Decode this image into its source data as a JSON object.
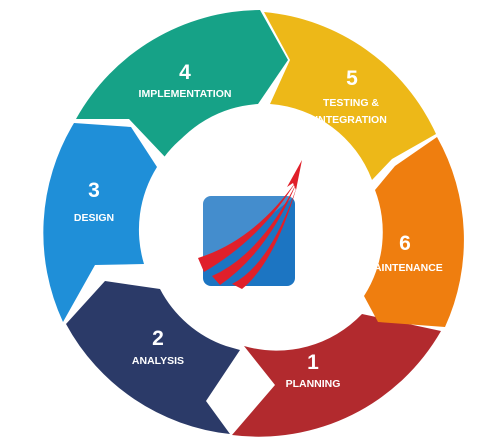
{
  "diagram": {
    "segments": [
      {
        "number": "1",
        "label_lines": [
          "PLANNING"
        ],
        "color": "#b22a2e"
      },
      {
        "number": "2",
        "label_lines": [
          "ANALYSIS"
        ],
        "color": "#2b3a68"
      },
      {
        "number": "3",
        "label_lines": [
          "DESIGN"
        ],
        "color": "#1f8fd8"
      },
      {
        "number": "4",
        "label_lines": [
          "IMPLEMENTATION"
        ],
        "color": "#16a287"
      },
      {
        "number": "5",
        "label_lines": [
          "TESTING &",
          "INTEGRATION"
        ],
        "color": "#edb818"
      },
      {
        "number": "6",
        "label_lines": [
          "MAINTENANCE"
        ],
        "color": "#ef7e0f"
      }
    ],
    "center_logo": {
      "icon": "paper-plane-swoosh-logo",
      "tile_color": "#1c75c2",
      "swoosh_color": "#e0202a"
    }
  }
}
